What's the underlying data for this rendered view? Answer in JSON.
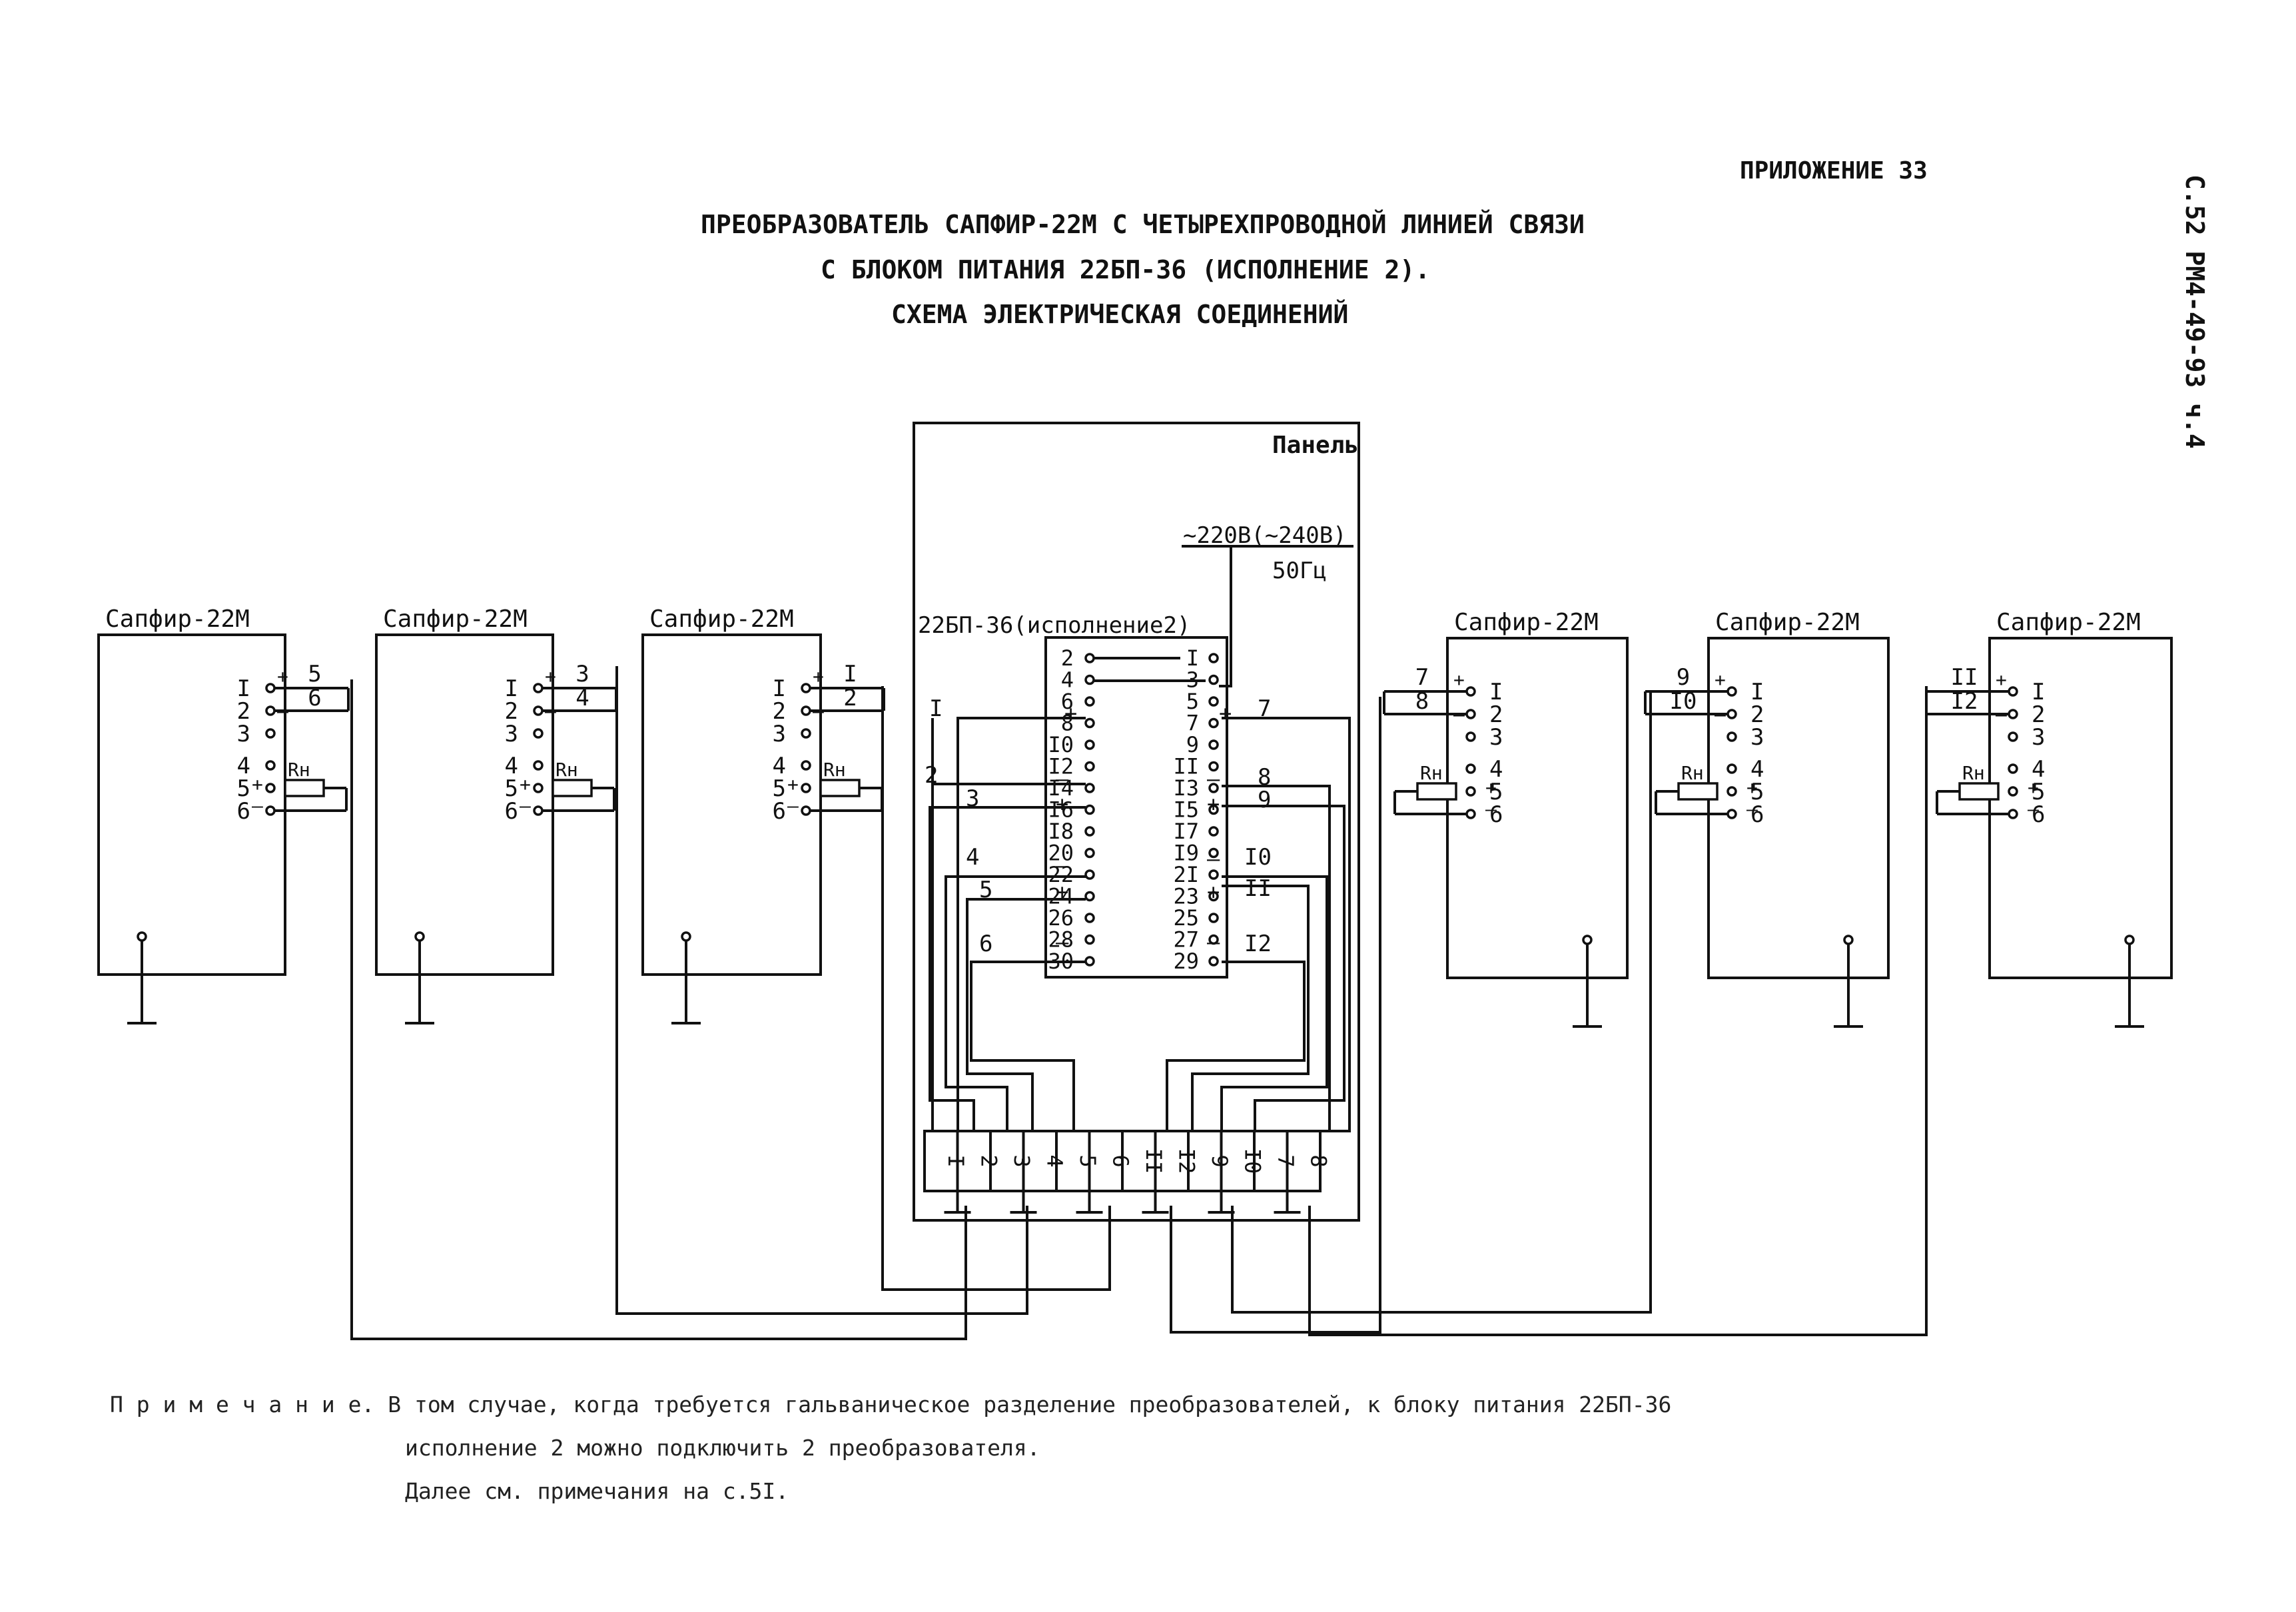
{
  "header": {
    "appendix": "ПРИЛОЖЕНИЕ 33",
    "side_code": "С.52 РМ4-49-93 ч.4",
    "title_lines": [
      "ПРЕОБРАЗОВАТЕЛЬ САПФИР-22М С ЧЕТЫРЕХПРОВОДНОЙ ЛИНИЕЙ СВЯЗИ",
      "С БЛОКОМ ПИТАНИЯ 22БП-36 (ИСПОЛНЕНИЕ 2).",
      "СХЕМА ЭЛЕКТРИЧЕСКАЯ СОЕДИНЕНИЙ"
    ]
  },
  "diagram": {
    "panel_label": "Панель",
    "supply_voltage": "~220В(~240В)",
    "supply_freq": "50Гц",
    "power_unit_label": "22БП-36(исполнение2)",
    "left_pins": [
      "2",
      "4",
      "6",
      "8",
      "I0",
      "I2",
      "I4",
      "I6",
      "I8",
      "20",
      "22",
      "24",
      "26",
      "28",
      "30"
    ],
    "right_pins": [
      "I",
      "3",
      "5",
      "7",
      "9",
      "II",
      "I3",
      "I5",
      "I7",
      "I9",
      "2I",
      "23",
      "25",
      "27",
      "29"
    ],
    "psu_wire_labels": [
      "I",
      "2",
      "3",
      "4",
      "5",
      "6",
      "7",
      "8",
      "9",
      "I0",
      "II",
      "I2"
    ],
    "sensors": [
      {
        "label": "Сапфир-22М",
        "terms": [
          "I",
          "2",
          "3",
          "4",
          "5",
          "6"
        ],
        "wires": [
          "5",
          "6"
        ],
        "load": "Rн"
      },
      {
        "label": "Сапфир-22М",
        "terms": [
          "I",
          "2",
          "3",
          "4",
          "5",
          "6"
        ],
        "wires": [
          "3",
          "4"
        ],
        "load": "Rн"
      },
      {
        "label": "Сапфир-22М",
        "terms": [
          "I",
          "2",
          "3",
          "4",
          "5",
          "6"
        ],
        "wires": [
          "I",
          "2"
        ],
        "load": "Rн"
      },
      {
        "label": "Сапфир-22М",
        "terms": [
          "I",
          "2",
          "3",
          "4",
          "5",
          "6"
        ],
        "wires": [
          "7",
          "8"
        ],
        "load": "Rн"
      },
      {
        "label": "Сапфир-22М",
        "terms": [
          "I",
          "2",
          "3",
          "4",
          "5",
          "6"
        ],
        "wires": [
          "9",
          "I0"
        ],
        "load": "Rн"
      },
      {
        "label": "Сапфир-22М",
        "terms": [
          "I",
          "2",
          "3",
          "4",
          "5",
          "6"
        ],
        "wires": [
          "II",
          "I2"
        ],
        "load": "Rн"
      }
    ],
    "terminal_strip": [
      "I",
      "2",
      "3",
      "4",
      "5",
      "6",
      "II",
      "I2",
      "9",
      "I0",
      "7",
      "8"
    ]
  },
  "notes": [
    "П р и м е ч а н и е. В том случае, когда требуется гальваническое разделение преобразователей, к блоку питания 22БП-36",
    "исполнение 2 можно подключить 2 преобразователя.",
    "Далее см. примечания на с.5I."
  ]
}
